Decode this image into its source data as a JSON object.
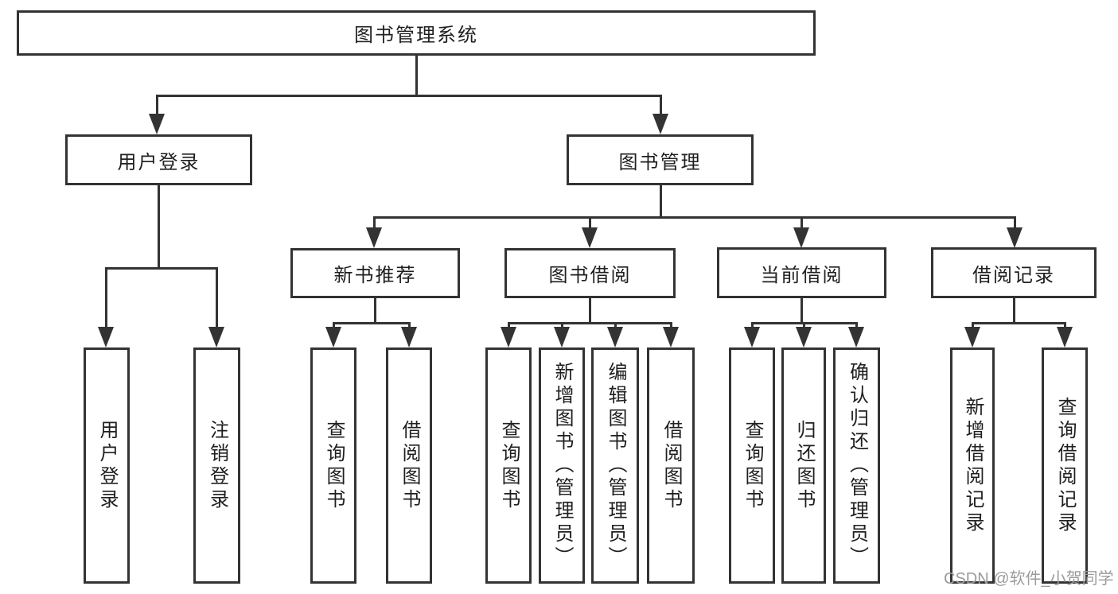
{
  "diagram": {
    "tree": {
      "label": "图书管理系统",
      "children": [
        {
          "label": "用户登录",
          "children": [
            {
              "label": "用户登录"
            },
            {
              "label": "注销登录"
            }
          ]
        },
        {
          "label": "图书管理",
          "children": [
            {
              "label": "新书推荐",
              "children": [
                {
                  "label": "查询图书"
                },
                {
                  "label": "借阅图书"
                }
              ]
            },
            {
              "label": "图书借阅",
              "children": [
                {
                  "label": "查询图书"
                },
                {
                  "label": "新增图书（管理员）"
                },
                {
                  "label": "编辑图书（管理员）"
                },
                {
                  "label": "借阅图书"
                }
              ]
            },
            {
              "label": "当前借阅",
              "children": [
                {
                  "label": "查询图书"
                },
                {
                  "label": "归还图书"
                },
                {
                  "label": "确认归还（管理员）"
                }
              ]
            },
            {
              "label": "借阅记录",
              "children": [
                {
                  "label": "新增借阅记录"
                },
                {
                  "label": "查询借阅记录"
                }
              ]
            }
          ]
        }
      ]
    },
    "watermark": "CSDN @软件_小贺同学",
    "colors": {
      "line": "#333333",
      "text": "#1f1f1f",
      "watermark": "#9b9b9b",
      "background": "#ffffff"
    }
  }
}
